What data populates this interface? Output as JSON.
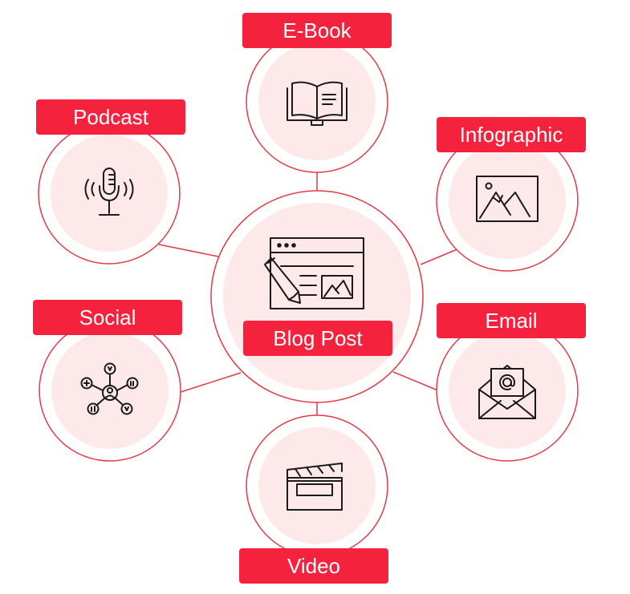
{
  "diagram": {
    "center": {
      "label": "Blog Post",
      "icon": "blog-post-icon"
    },
    "nodes": [
      {
        "id": "ebook",
        "label": "E-Book",
        "icon": "open-book-icon"
      },
      {
        "id": "podcast",
        "label": "Podcast",
        "icon": "microphone-icon"
      },
      {
        "id": "infographic",
        "label": "Infographic",
        "icon": "landscape-image-icon"
      },
      {
        "id": "social",
        "label": "Social",
        "icon": "social-network-icon"
      },
      {
        "id": "email",
        "label": "Email",
        "icon": "email-envelope-icon"
      },
      {
        "id": "video",
        "label": "Video",
        "icon": "clapperboard-icon"
      }
    ]
  },
  "colors": {
    "accent": "#f5223d",
    "circle_fill": "#fde9ea",
    "stroke": "#e63946",
    "icon": "#1a1a1a"
  }
}
